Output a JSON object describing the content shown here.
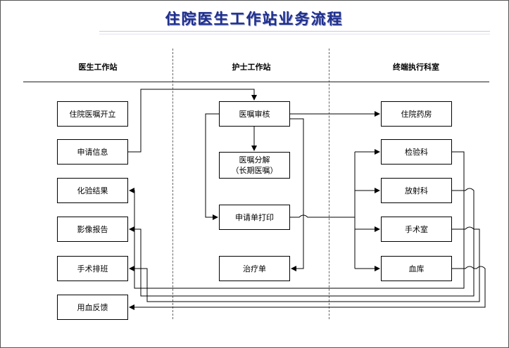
{
  "title": "住院医生工作站业务流程",
  "columns": [
    "医生工作站",
    "护士工作站",
    "终端执行科室"
  ],
  "doctor": {
    "order_entry": "住院医嘱开立",
    "request_info": "申请信息",
    "lab_result": "化验结果",
    "imaging_report": "影像报告",
    "surgery_schedule": "手术排班",
    "transfusion_feedback": "用血反馈"
  },
  "nurse": {
    "order_review": "医嘱审核",
    "order_split_1": "医嘱分解",
    "order_split_2": "（长期医嘱）",
    "request_print": "申请单打印",
    "treatment_sheet": "治疗单"
  },
  "execution": {
    "pharmacy": "住院药房",
    "laboratory": "检验科",
    "radiology": "放射科",
    "operating_room": "手术室",
    "blood_bank": "血库"
  },
  "colors": {
    "title": "#1f2f8c",
    "line": "#000000"
  }
}
